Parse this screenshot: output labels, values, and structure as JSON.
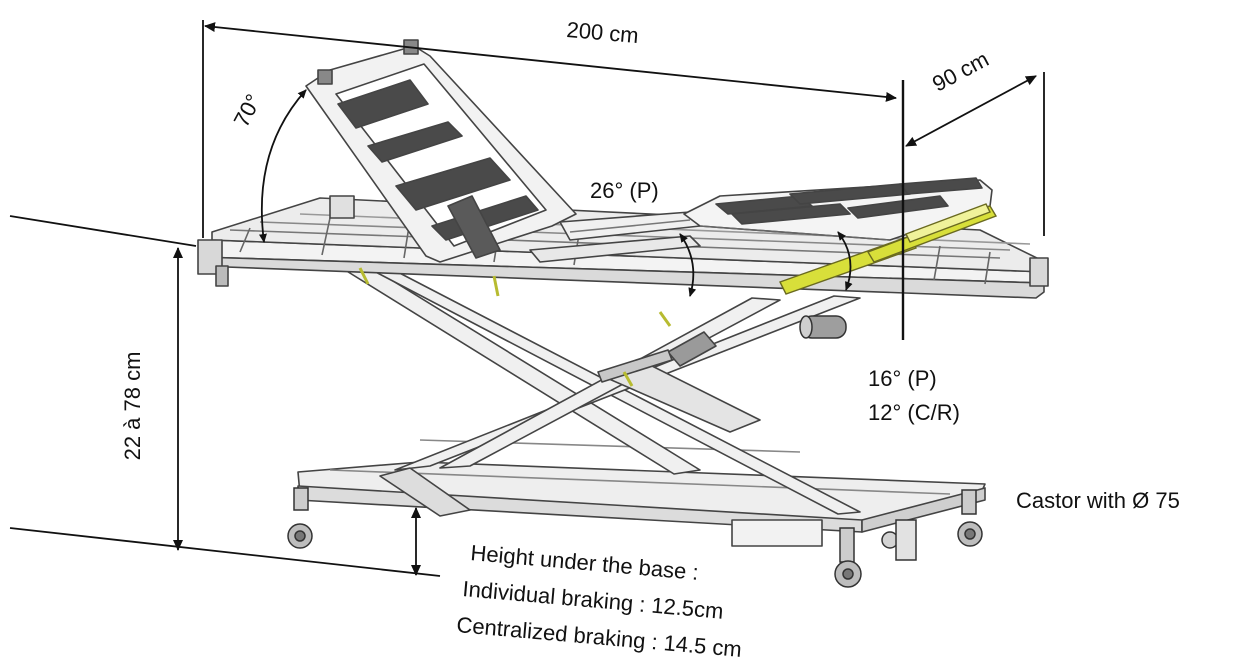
{
  "labels": {
    "length": "200 cm",
    "width": "90 cm",
    "back_angle": "70°",
    "knee_angle": "26° (P)",
    "foot_angle_p": "16° (P)",
    "foot_angle_cr": "12° (C/R)",
    "height_range": "22 à 78 cm",
    "castor": "Castor with Ø 75",
    "under_base_title": "Height under the base :",
    "under_base_individual": "Individual braking : 12.5cm",
    "under_base_centralized": "Centralized braking : 14.5 cm"
  },
  "colors": {
    "line": "#111111",
    "frame": "#e9e9e9",
    "frame_edge": "#444444",
    "deck_panel": "#4a4a4a",
    "actuator": "#d8df3a"
  }
}
